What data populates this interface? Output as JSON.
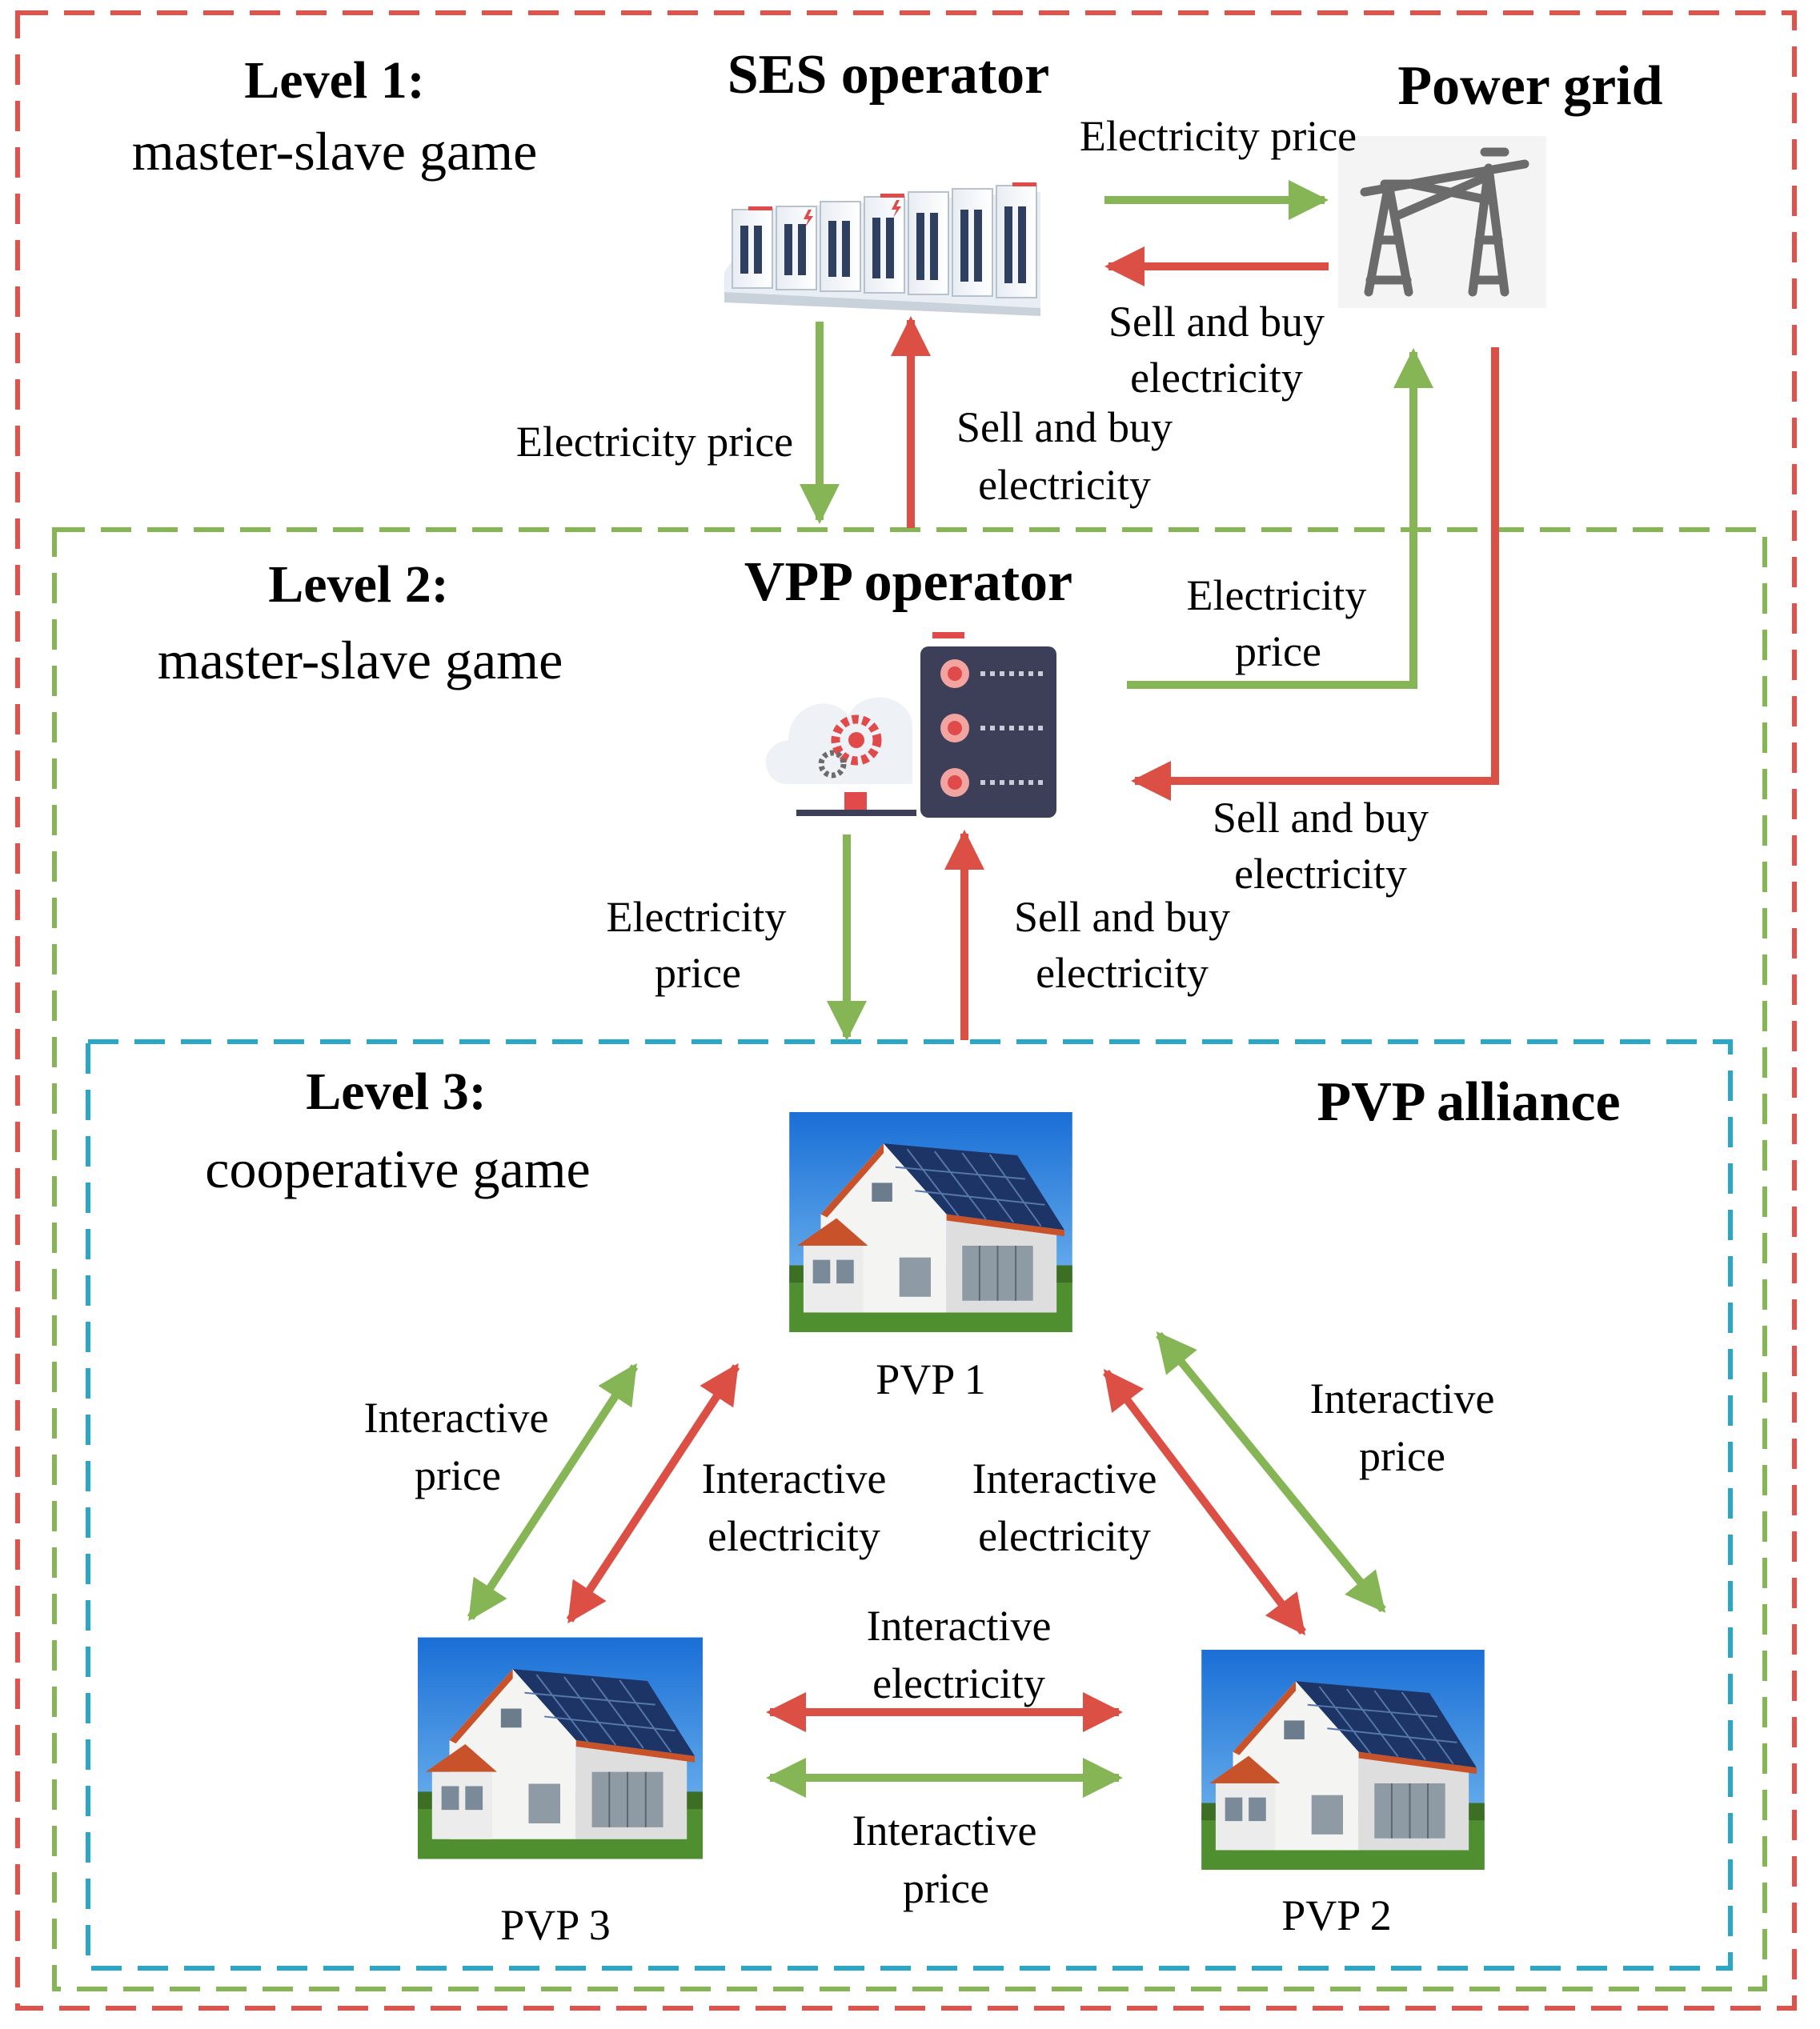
{
  "levels": {
    "l1": {
      "title": "Level 1:",
      "subtitle": "master-slave game"
    },
    "l2": {
      "title": "Level 2:",
      "subtitle": "master-slave game"
    },
    "l3": {
      "title": "Level  3:",
      "subtitle": "cooperative game"
    }
  },
  "nodes": {
    "ses": "SES operator",
    "grid": "Power grid",
    "vpp": "VPP operator",
    "alliance": "PVP alliance",
    "pvp1": "PVP 1",
    "pvp2": "PVP 2",
    "pvp3": "PVP 3"
  },
  "edges": {
    "ses_grid_price": "Electricity price",
    "ses_grid_trade": [
      "Sell and buy",
      "electricity"
    ],
    "ses_vpp_price": "Electricity price",
    "ses_vpp_trade": [
      "Sell and buy",
      "electricity"
    ],
    "grid_vpp_price": [
      "Electricity",
      "price"
    ],
    "grid_vpp_trade": [
      "Sell and buy",
      "electricity"
    ],
    "vpp_pvp_price": [
      "Electricity",
      "price"
    ],
    "vpp_pvp_trade": [
      "Sell and buy",
      "electricity"
    ],
    "p1_p3_price": [
      "Interactive",
      "price"
    ],
    "p1_p3_elec": [
      "Interactive",
      "electricity"
    ],
    "p1_p2_elec": [
      "Interactive",
      "electricity"
    ],
    "p1_p2_price": [
      "Interactive",
      "price"
    ],
    "p3_p2_elec": [
      "Interactive",
      "electricity"
    ],
    "p3_p2_price": [
      "Interactive",
      "price"
    ]
  },
  "icons": [
    "battery-storage-icon",
    "transmission-tower-icon",
    "cloud-server-icon",
    "solar-house-icon"
  ],
  "colors": {
    "level1_border": "#e0524a",
    "level2_border": "#86b555",
    "level3_border": "#2aa6c6",
    "price_arrow": "#86b555",
    "trade_arrow": "#dc4f45"
  }
}
